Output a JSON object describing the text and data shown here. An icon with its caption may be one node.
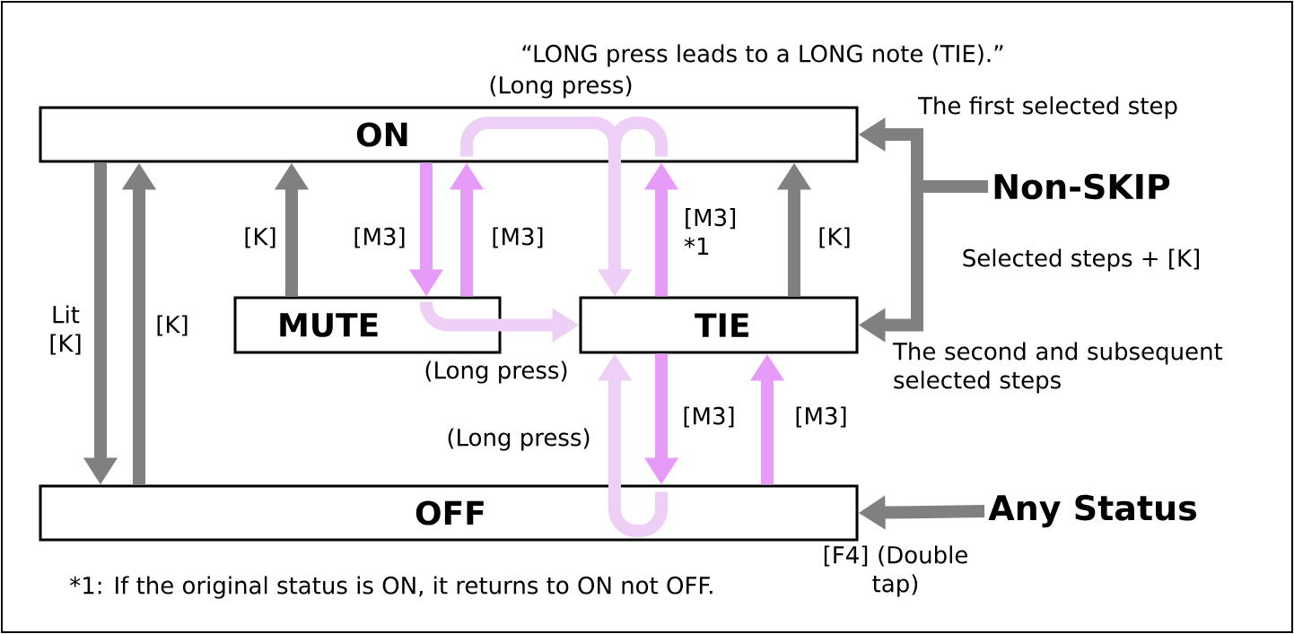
{
  "diagram": {
    "nodes": [
      {
        "text": [
          "ON"
        ]
      },
      {
        "text": [
          "MUTE"
        ]
      },
      {
        "text": [
          "TIE"
        ]
      },
      {
        "text": [
          "OFF"
        ]
      },
      {
        "text": [
          "Non-SKIP"
        ],
        "beside": [
          "Selected steps + [K]"
        ]
      },
      {
        "text": [
          "Any Status"
        ]
      }
    ],
    "edges": [
      {
        "from": 0,
        "to": 3,
        "arrow": "to",
        "label": "Lit [K]"
      },
      {
        "from": 3,
        "to": 0,
        "arrow": "to",
        "label": "[K]"
      },
      {
        "from": 1,
        "to": 0,
        "arrow": "to",
        "label": "[K]"
      },
      {
        "from": 0,
        "to": 1,
        "arrow": "to",
        "label": "[M3]",
        "color": "#e79bf9"
      },
      {
        "from": 1,
        "to": 0,
        "arrow": "to",
        "label": "[M3]",
        "color": "#e79bf9"
      },
      {
        "from": 0,
        "to": 2,
        "arrow": "to",
        "label": "(Long press)",
        "color": "#eecff5"
      },
      {
        "from": 0,
        "to": 2,
        "arrow": "to",
        "color": "#eecff5"
      },
      {
        "from": 1,
        "to": 2,
        "arrow": "to",
        "label": "(Long press)",
        "color": "#eecff5"
      },
      {
        "from": 2,
        "to": 0,
        "arrow": "to",
        "label": "[M3] *1",
        "color": "#e79bf9"
      },
      {
        "from": 2,
        "to": 0,
        "arrow": "to",
        "label": "[K]"
      },
      {
        "from": 2,
        "to": 3,
        "arrow": "to",
        "label": "[M3]",
        "color": "#e79bf9"
      },
      {
        "from": 3,
        "to": 2,
        "arrow": "to",
        "label": "[M3]",
        "color": "#e79bf9"
      },
      {
        "from": 3,
        "to": 2,
        "arrow": "to",
        "label": "(Long press)",
        "color": "#eecff5"
      },
      {
        "from": 4,
        "to": 0,
        "arrow": "to",
        "label": "The first selected step"
      },
      {
        "from": 4,
        "to": 2,
        "arrow": "to",
        "label": "The second and subsequent selected steps"
      },
      {
        "from": 5,
        "to": 3,
        "arrow": "to",
        "label": "[F4] (Double tap)"
      }
    ],
    "labels": [
      "“LONG press leads to a LONG note (TIE).”",
      "*1: If the original status is ON, it returns to ON not OFF."
    ]
  }
}
